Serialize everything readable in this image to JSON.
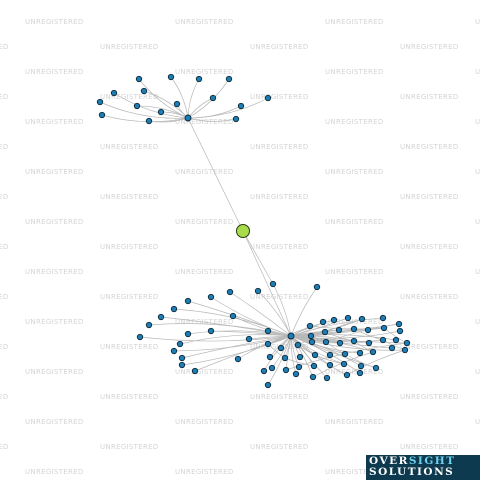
{
  "watermark": "UNREGISTERED",
  "logo": {
    "part1": "OVER",
    "part2": "SIGHT",
    "line2": "SOLUTIONS"
  },
  "colors": {
    "node": "#1f7db5",
    "hub": "#a8dc4c",
    "edge": "#b8b8b8",
    "watermark": "#d4d4d4",
    "logo_bg": "#0e3a4f",
    "logo_accent": "#6fd0ee"
  },
  "network": {
    "top_cluster_nodes": 17,
    "bottom_cluster_nodes": 72,
    "highlighted_nodes": 1
  }
}
